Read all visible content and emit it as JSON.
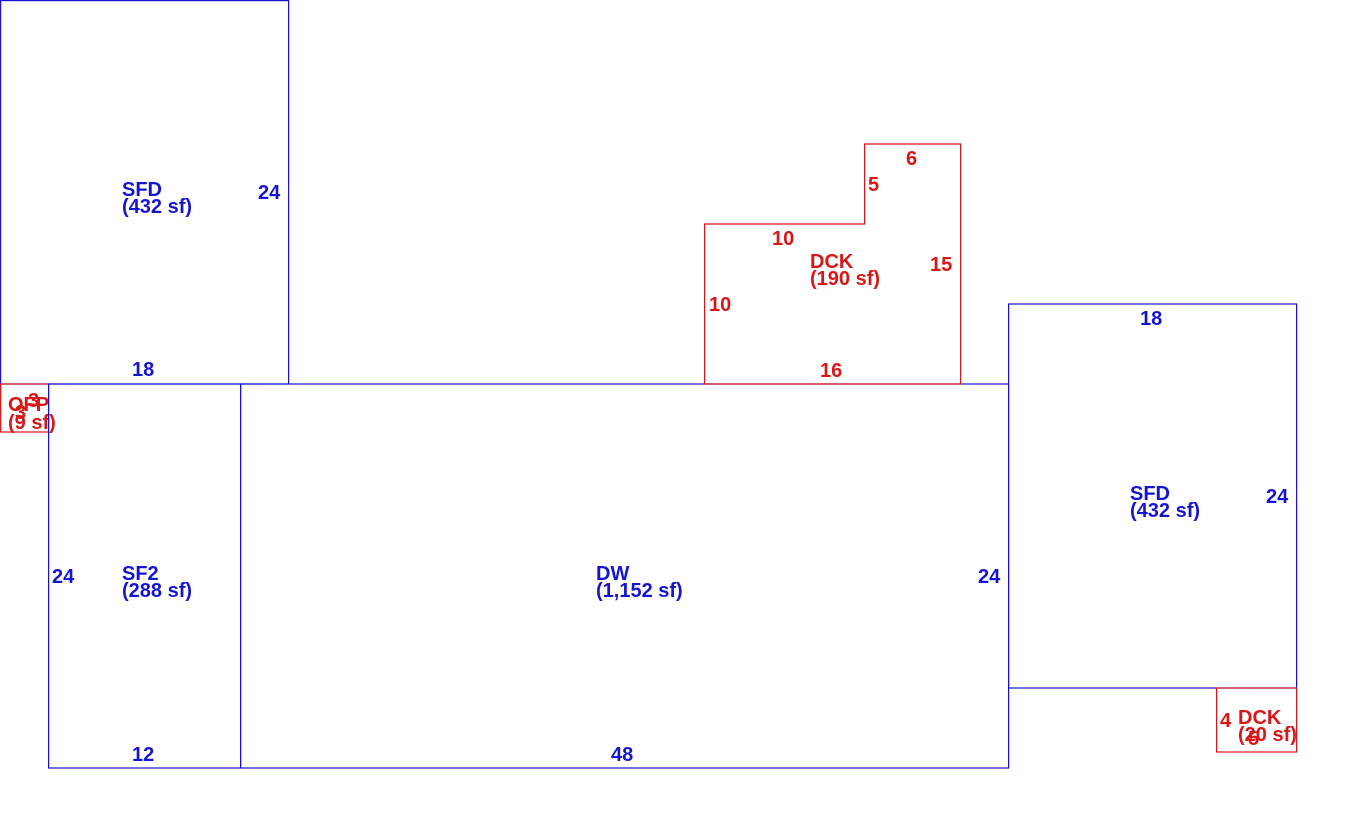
{
  "colors": {
    "dwelling_line": "#1515d0",
    "deck_line": "#d81818"
  },
  "areas": {
    "sfd_upper_left": {
      "code": "SFD",
      "area": "(432 sf)",
      "dim_right": "24",
      "dim_bottom": "18"
    },
    "ofp": {
      "code": "OFP",
      "area": "(9 sf)",
      "dim_top": "3",
      "dim_left": "3"
    },
    "sf2": {
      "code": "SF2",
      "area": "(288 sf)",
      "dim_left": "24",
      "dim_bottom": "12"
    },
    "dw": {
      "code": "DW",
      "area": "(1,152 sf)",
      "dim_right": "24",
      "dim_bottom": "48"
    },
    "dck_upper": {
      "code": "DCK",
      "area": "(190 sf)",
      "dim_top": "6",
      "dim_step_vertical": "5",
      "dim_step_horizontal": "10",
      "dim_left": "10",
      "dim_right": "15",
      "dim_bottom": "16"
    },
    "sfd_right": {
      "code": "SFD",
      "area": "(432 sf)",
      "dim_top": "18",
      "dim_right": "24"
    },
    "dck_lower": {
      "code": "DCK",
      "area": "(20 sf)",
      "dim_left": "4",
      "dim_bottom": "5"
    }
  }
}
